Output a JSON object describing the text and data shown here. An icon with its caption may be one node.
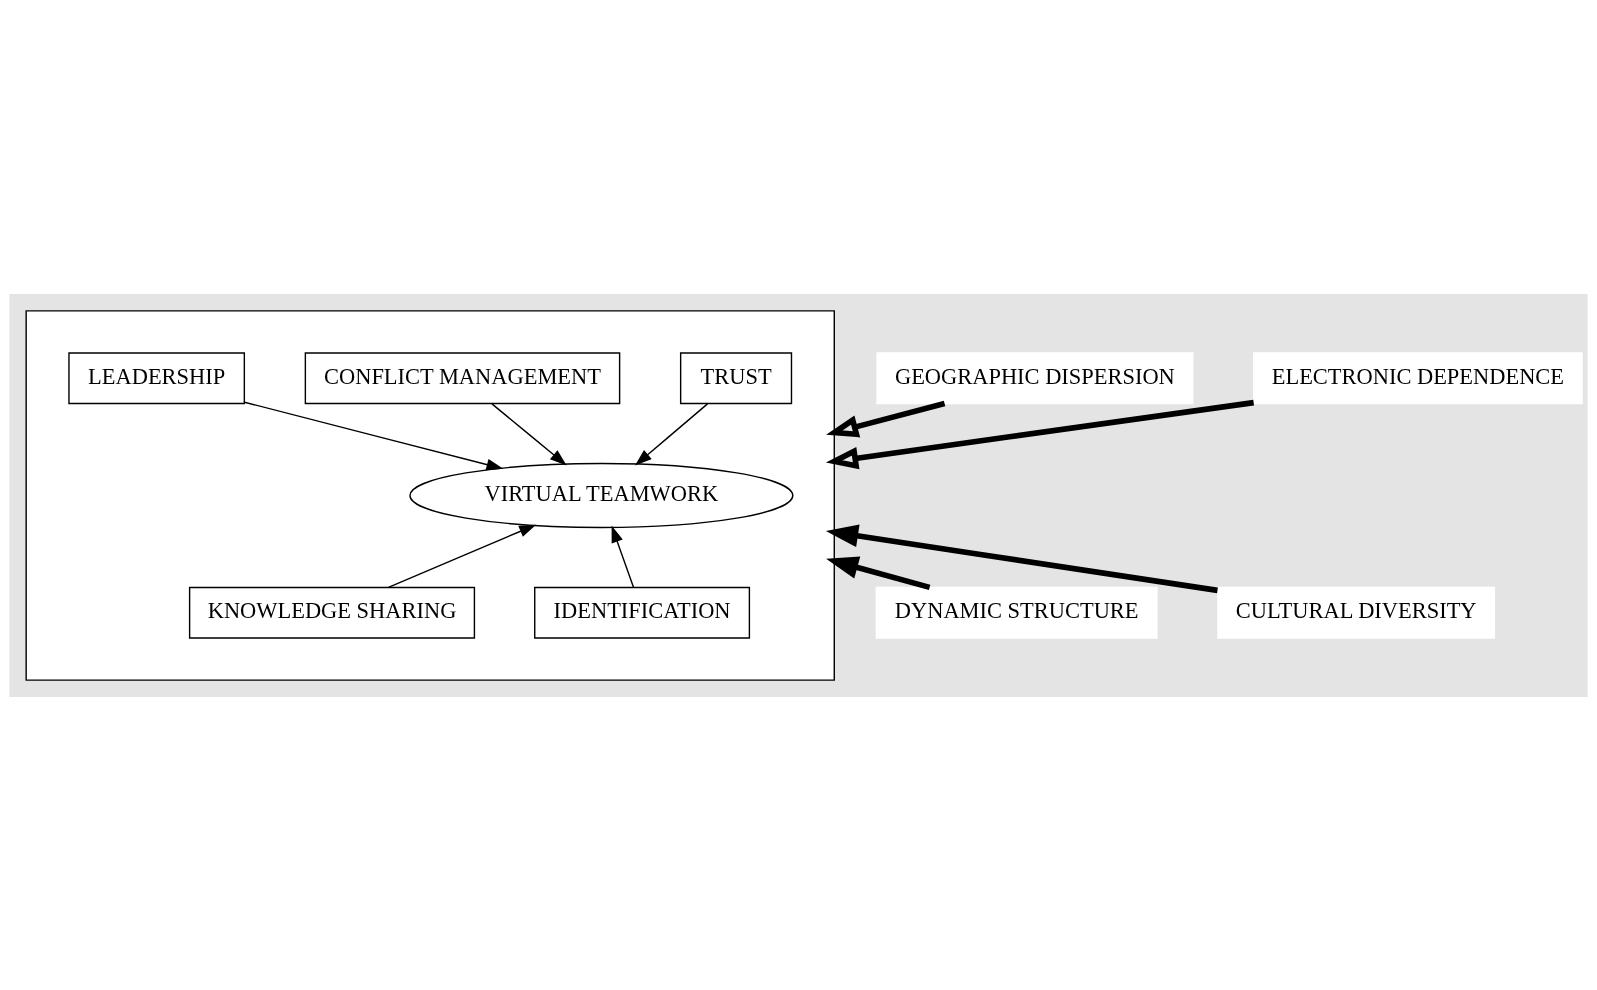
{
  "diagram": {
    "nodes": [
      {
        "text": [],
        "shape": "box"
      },
      {
        "text": [
          "TRUST"
        ],
        "in": 0
      },
      {
        "text": [
          "CONFLICT MANAGEMENT"
        ],
        "in": 0
      },
      {
        "text": [
          "LEADERSHIP"
        ],
        "in": 0
      },
      {
        "text": [
          "VIRTUAL TEAMWORK"
        ],
        "in": 0
      },
      {
        "text": [
          "KNOWLEDGE SHARING"
        ],
        "in": 0
      },
      {
        "text": [
          "IDENTIFICATION"
        ],
        "in": 0
      },
      {
        "text": [
          "GEOGRAPHIC DISPERSION"
        ]
      },
      {
        "text": [
          "ELECTRONIC DEPENDENCE"
        ]
      },
      {
        "text": [
          "DYNAMIC STRUCTURE"
        ]
      },
      {
        "text": [
          "CULTURAL DIVERSITY"
        ]
      }
    ],
    "edges": [
      {
        "from": 1,
        "to": 4,
        "arrow": "to"
      },
      {
        "from": 2,
        "to": 4,
        "arrow": "to"
      },
      {
        "from": 3,
        "to": 4,
        "arrow": "to"
      },
      {
        "from": 5,
        "to": 4,
        "arrow": "to"
      },
      {
        "from": 6,
        "to": 4,
        "arrow": "to"
      },
      {
        "from": 7,
        "to": 0,
        "arrow": "to",
        "style": "thick"
      },
      {
        "from": 8,
        "to": 0,
        "arrow": "to",
        "style": "thick"
      },
      {
        "from": 9,
        "to": 0,
        "arrow": "to",
        "style": "thick"
      },
      {
        "from": 10,
        "to": 0,
        "arrow": "to",
        "style": "thick"
      }
    ]
  }
}
